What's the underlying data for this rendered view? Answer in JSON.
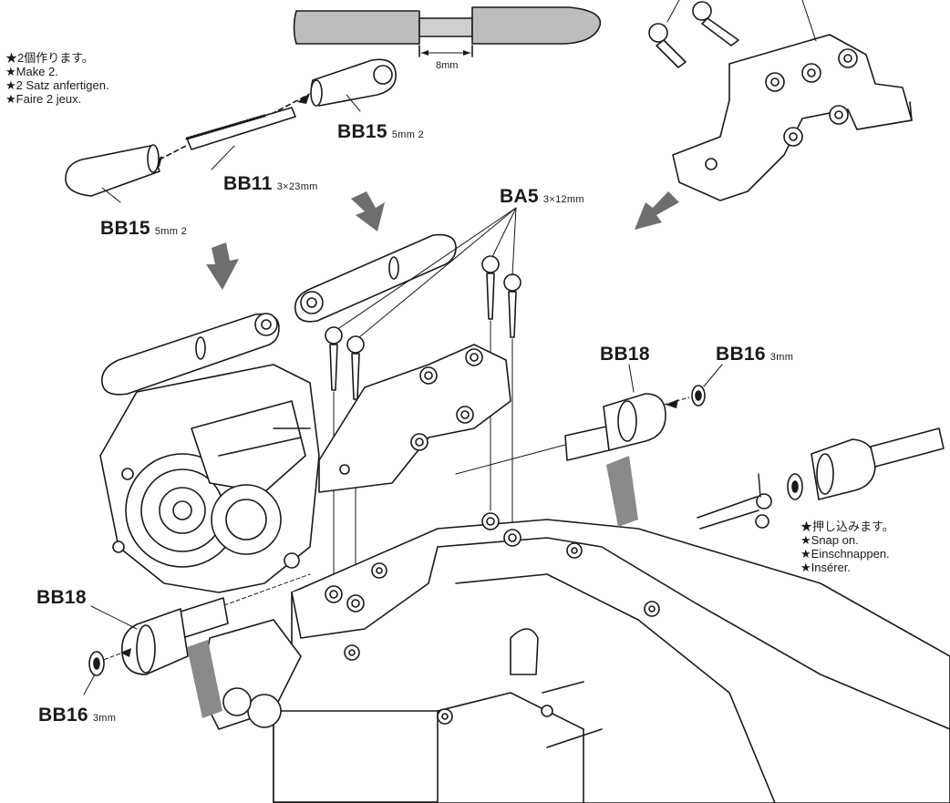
{
  "colors": {
    "ink": "#1a1a1a",
    "fill": "#ffffff",
    "gray_arrow": "#6e6e6e",
    "grease": "#8a8a8a",
    "upper_arm": "#b9b9b9"
  },
  "dimension": "8mm",
  "notes_make": [
    "★2個作ります。",
    "★Make 2.",
    "★2 Satz anfertigen.",
    "★Faire 2 jeux."
  ],
  "notes_snap": [
    "★押し込みます。",
    "★Snap on.",
    "★Einschnappen.",
    "★Insérer."
  ],
  "parts": {
    "bb15_top": {
      "code": "BB15",
      "size": "5mm 2"
    },
    "bb11": {
      "code": "BB11",
      "size": "3×23mm"
    },
    "bb15_left": {
      "code": "BB15",
      "size": "5mm 2"
    },
    "ba5": {
      "code": "BA5",
      "size": "3×12mm"
    },
    "bb18_right": {
      "code": "BB18",
      "size": ""
    },
    "bb16_right": {
      "code": "BB16",
      "size": "3mm"
    },
    "bb18_left": {
      "code": "BB18",
      "size": ""
    },
    "bb16_left": {
      "code": "BB16",
      "size": "3mm"
    }
  }
}
